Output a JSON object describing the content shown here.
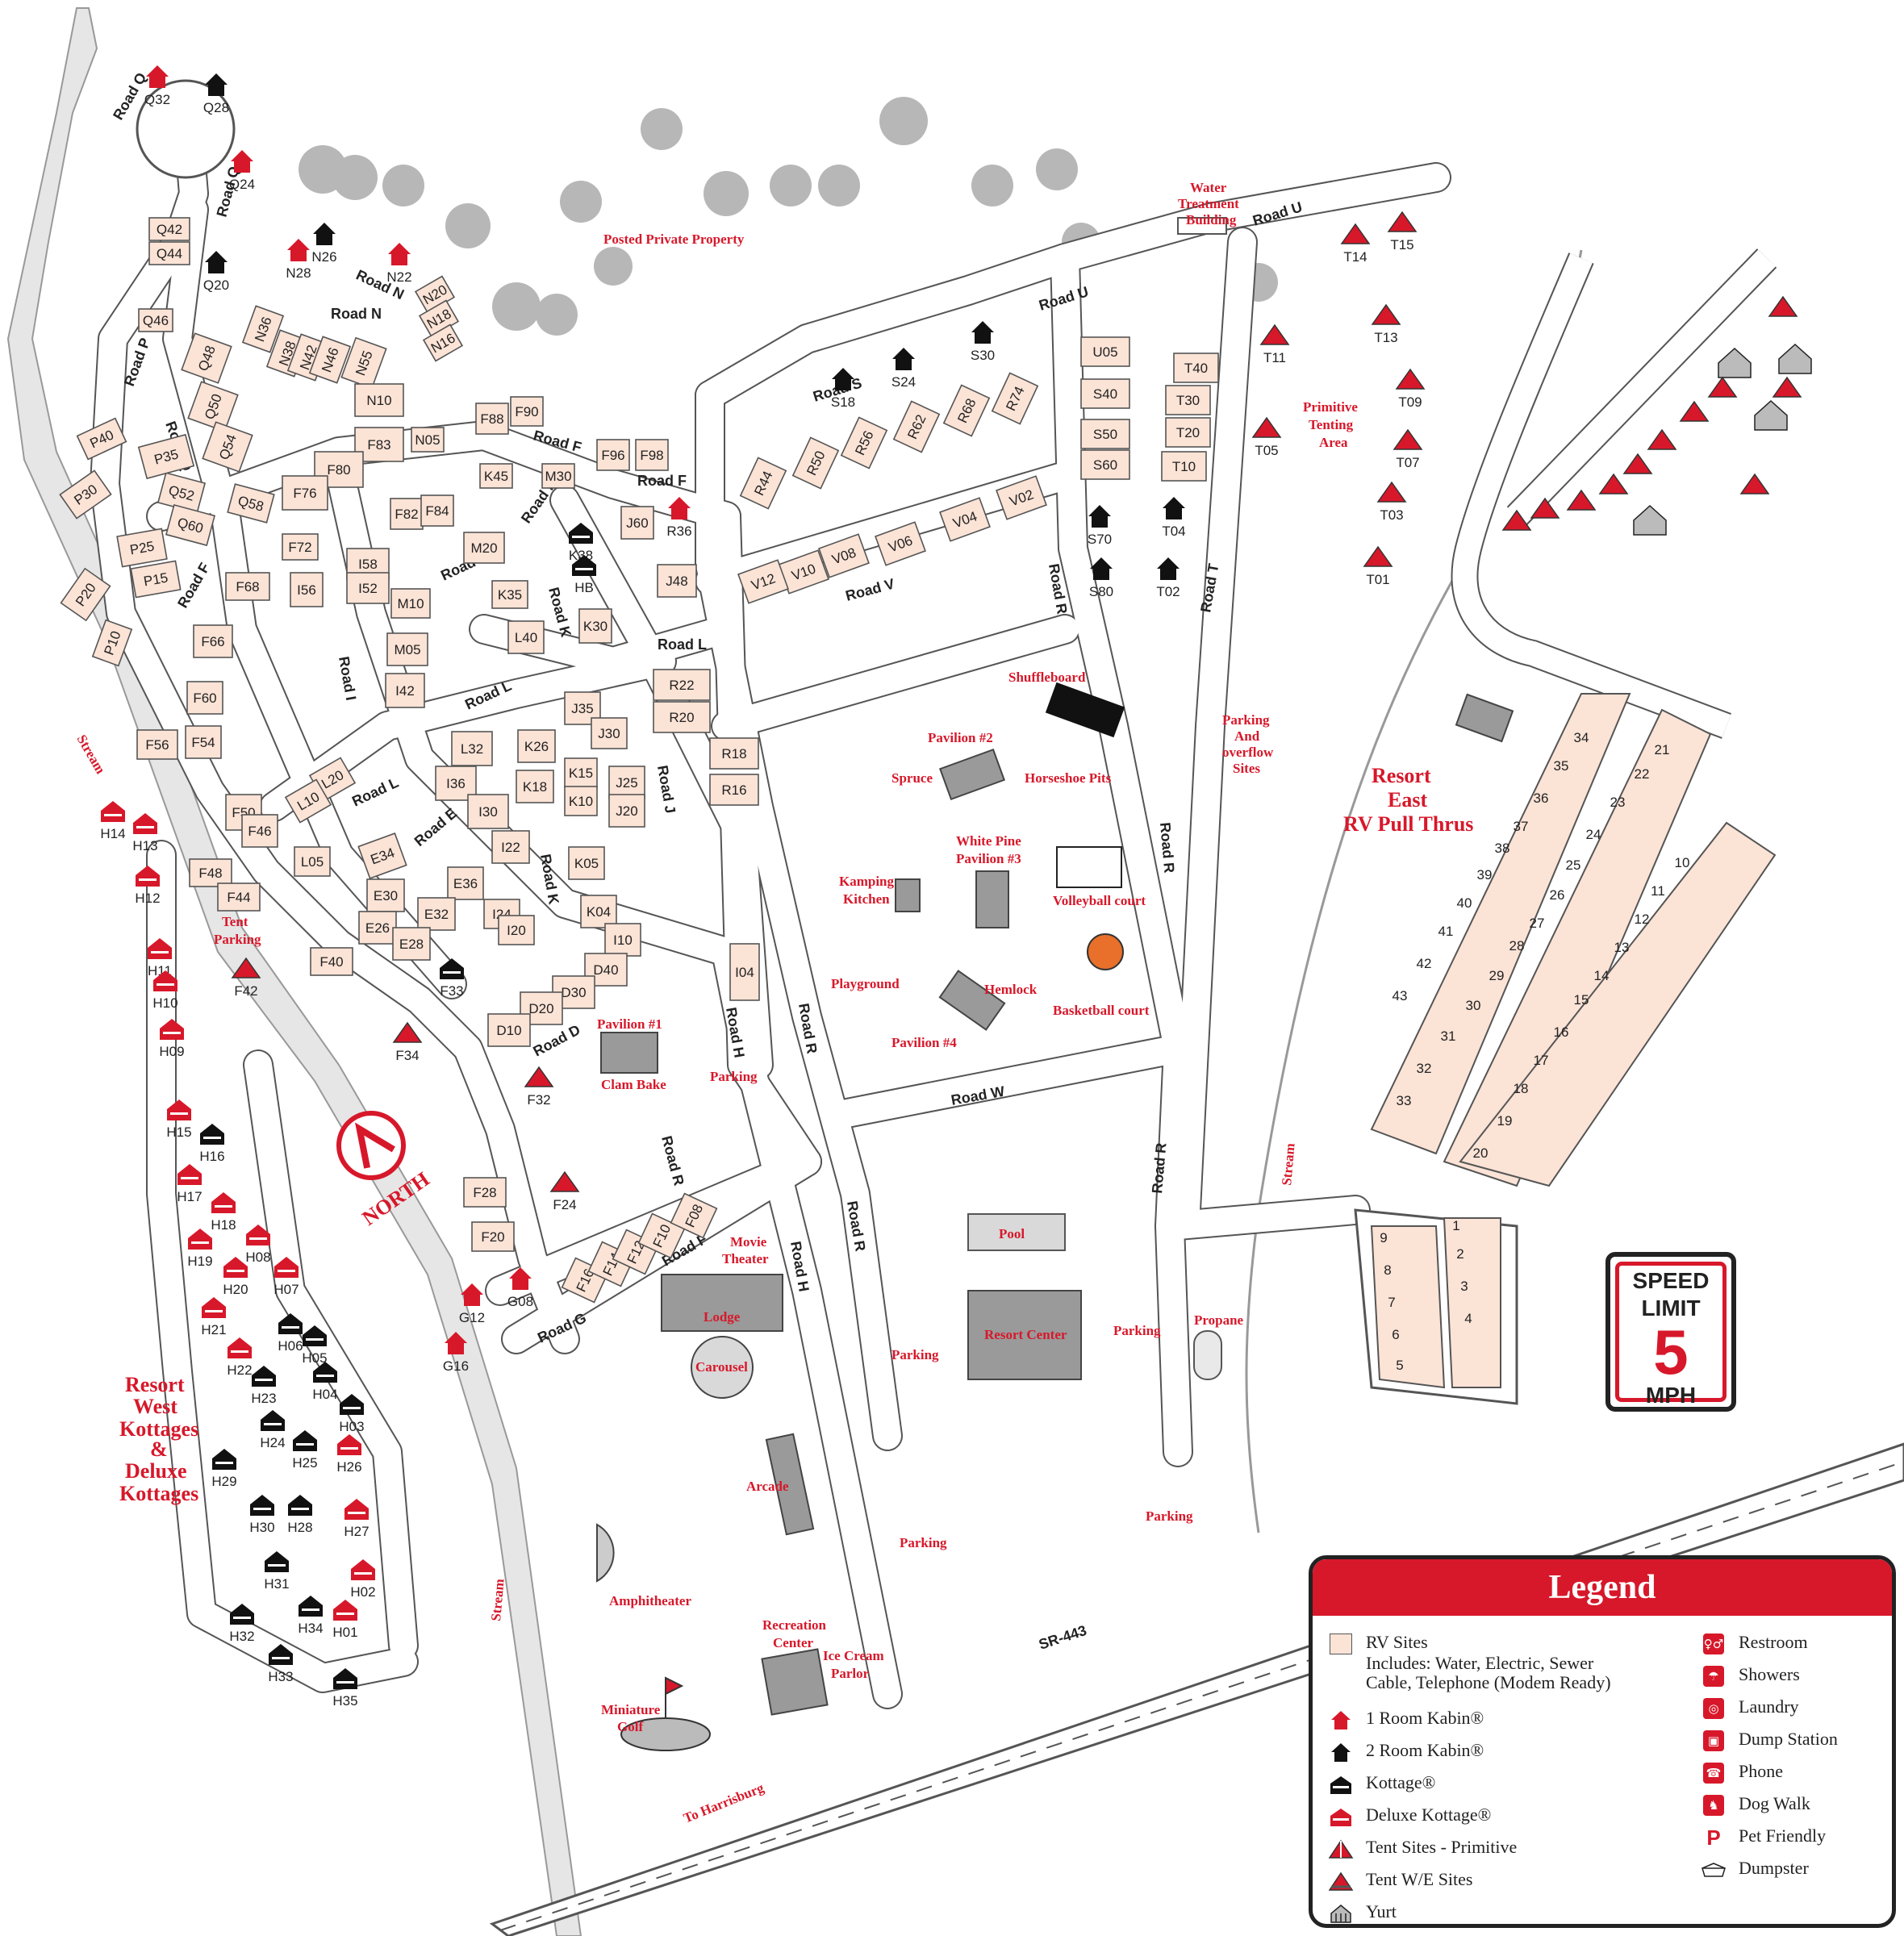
{
  "legend": {
    "title": "Legend",
    "rv_sites": "RV Sites",
    "rv_includes": "Includes: Water, Electric, Sewer",
    "rv_includes2": "Cable, Telephone (Modem Ready)",
    "left": [
      "1 Room Kabin®",
      "2 Room Kabin®",
      "Kottage®",
      "Deluxe Kottage®",
      "Tent Sites - Primitive",
      "Tent W/E Sites",
      "Yurt"
    ],
    "right": [
      "Restroom",
      "Showers",
      "Laundry",
      "Dump Station",
      "Phone",
      "Dog Walk",
      "Pet Friendly",
      "Dumpster"
    ]
  },
  "speed": {
    "line1": "SPEED",
    "line2": "LIMIT",
    "num": "5",
    "unit": "MPH"
  },
  "areas": {
    "resort_east": [
      "Resort",
      "East",
      "RV Pull Thrus"
    ],
    "resort_west": [
      "Resort",
      "West",
      "Kottages",
      "&",
      "Deluxe",
      "Kottages"
    ],
    "primitive": [
      "Primitive",
      "Tenting",
      "Area"
    ],
    "water": [
      "Water",
      "Treatment",
      "Building"
    ],
    "posted": "Posted Private Property",
    "overflow": [
      "Parking",
      "And",
      "overflow",
      "Sites"
    ],
    "tent_parking": [
      "Tent",
      "Parking"
    ],
    "north": "NORTH",
    "to_harrisburg": "To Harrisburg",
    "sr443": "SR-443",
    "stream": "Stream"
  },
  "amenities": {
    "shuffleboard": "Shuffleboard",
    "pav2": "Pavilion #2",
    "spruce": "Spruce",
    "horseshoe": "Horseshoe Pits",
    "whitepine": [
      "White Pine",
      "Pavilion #3"
    ],
    "kamping": [
      "Kamping",
      "Kitchen"
    ],
    "volley": "Volleyball court",
    "playground": "Playground",
    "hemlock": "Hemlock",
    "basketball": "Basketball court",
    "pav4": "Pavilion #4",
    "pav1": "Pavilion #1",
    "clambake": "Clam Bake",
    "pool": "Pool",
    "resortcenter": "Resort Center",
    "propane": "Propane",
    "movie": [
      "Movie",
      "Theater"
    ],
    "lodge": "Lodge",
    "carousel": "Carousel",
    "arcade": "Arcade",
    "amphi": "Amphitheater",
    "rec": [
      "Recreation",
      "Center"
    ],
    "icecream": [
      "Ice Cream",
      "Parlor"
    ],
    "mini": [
      "Miniature",
      "Golf"
    ],
    "parking": "Parking"
  },
  "roads": [
    "Road Q",
    "Road N",
    "Road P",
    "Road F",
    "Road S",
    "Road U",
    "Road V",
    "Road T",
    "Road R",
    "Road L",
    "Road M",
    "Road K",
    "Road I",
    "Road E",
    "Road J",
    "Road D",
    "Road H",
    "Road W",
    "Road G"
  ],
  "sites": {
    "west_rv": [
      "Q42",
      "Q44",
      "Q46",
      "Q48",
      "Q50",
      "Q54",
      "Q52",
      "Q58",
      "Q60",
      "P40",
      "P35",
      "P30",
      "P25",
      "P15",
      "P20",
      "P10",
      "N36",
      "N38",
      "N42",
      "N46",
      "N55",
      "N20",
      "N18",
      "N16",
      "N10",
      "F83",
      "F80",
      "F76",
      "N05",
      "F88",
      "F90",
      "M30",
      "K45",
      "F82",
      "F84",
      "M20",
      "I58",
      "I52",
      "M10",
      "F72",
      "I56",
      "F68",
      "F66",
      "F60",
      "F54",
      "F56",
      "K35",
      "M05",
      "L40",
      "I42",
      "K30",
      "J60",
      "F96",
      "F98",
      "J48",
      "R22",
      "R20",
      "R18",
      "R16",
      "J35",
      "J30",
      "L32",
      "K26",
      "K15",
      "J25",
      "K10",
      "J20",
      "I36",
      "K18",
      "I30",
      "L20",
      "L10",
      "F50",
      "F46",
      "L05",
      "E34",
      "I22",
      "K05",
      "E30",
      "E36",
      "E32",
      "I24",
      "I20",
      "E26",
      "E28",
      "K04",
      "I10",
      "F48",
      "F44",
      "F40",
      "D40",
      "D30",
      "D20",
      "D10",
      "I04",
      "F28",
      "F20",
      "F16",
      "F14",
      "F12",
      "F10",
      "F08",
      "R44",
      "R50",
      "R56",
      "R62",
      "R68",
      "R74",
      "V02",
      "V04",
      "V06",
      "V08",
      "V10",
      "V12",
      "U05",
      "S40",
      "S50",
      "S60",
      "T40",
      "T30",
      "T20",
      "T10"
    ],
    "east": [
      "34",
      "35",
      "36",
      "37",
      "38",
      "39",
      "40",
      "41",
      "42",
      "43",
      "32",
      "33",
      "31",
      "30",
      "29",
      "28",
      "27",
      "26",
      "25",
      "24",
      "23",
      "22",
      "21",
      "10",
      "11",
      "12",
      "13",
      "14",
      "15",
      "16",
      "17",
      "18",
      "19",
      "20",
      "9",
      "8",
      "7",
      "6",
      "5",
      "1",
      "2",
      "3",
      "4"
    ],
    "cabins": [
      "Q32",
      "Q28",
      "Q24",
      "Q20",
      "N28",
      "N26",
      "N22",
      "R36",
      "K38",
      "HB",
      "S18",
      "S24",
      "S30",
      "S70",
      "S80",
      "T04",
      "T02",
      "F33",
      "G12",
      "G08",
      "G16"
    ],
    "tents": [
      "T14",
      "T15",
      "T11",
      "T13",
      "T09",
      "T05",
      "T07",
      "T03",
      "T01",
      "F42",
      "F34",
      "F32",
      "F24"
    ],
    "kottages": [
      "H14",
      "H13",
      "H12",
      "H11",
      "H10",
      "H09",
      "H15",
      "H16",
      "H17",
      "H18",
      "H19",
      "H08",
      "H20",
      "H07",
      "H21",
      "H06",
      "H22",
      "H05",
      "H23",
      "H04",
      "H24",
      "H03",
      "H25",
      "H26",
      "H29",
      "H30",
      "H28",
      "H27",
      "H31",
      "H02",
      "H32",
      "H34",
      "H01",
      "H33",
      "H35"
    ]
  }
}
